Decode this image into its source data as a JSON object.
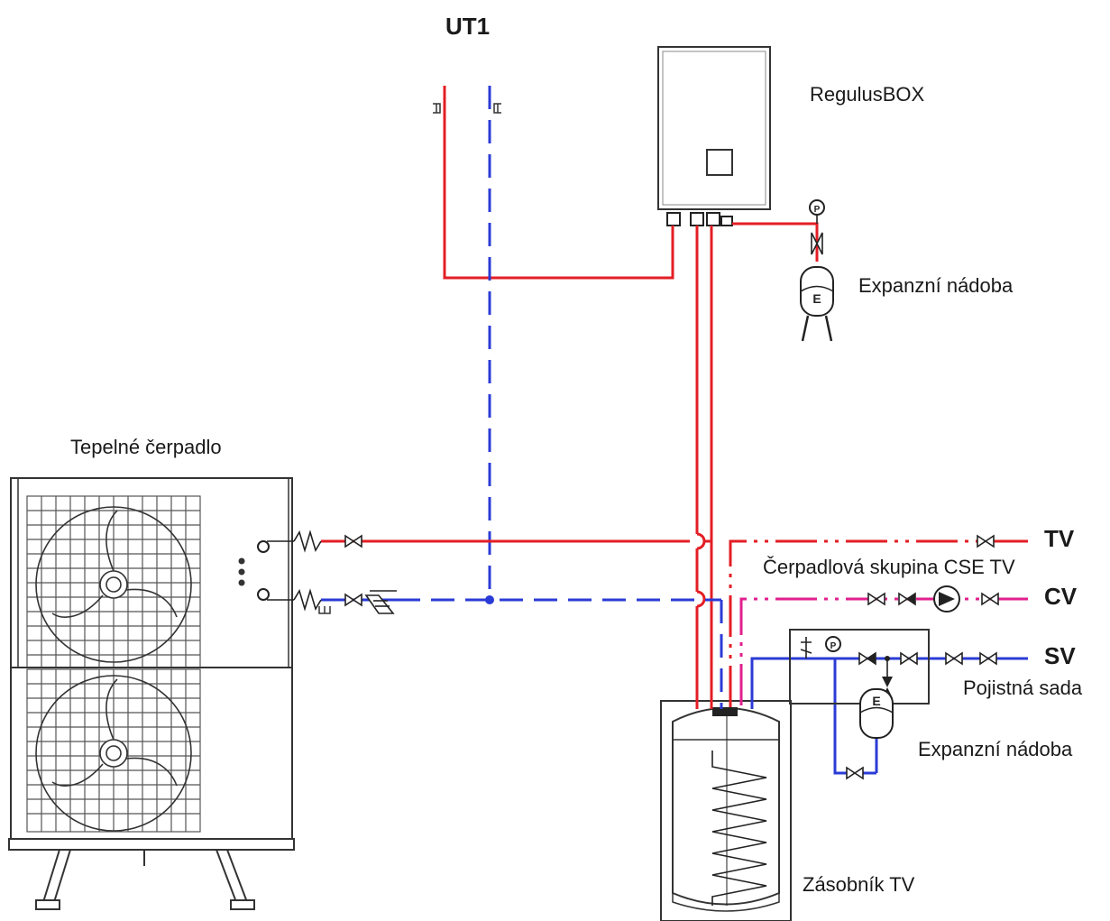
{
  "labels": {
    "ut1": "UT1",
    "regulusbox": "RegulusBOX",
    "expansion_vessel_top": "Expanzní nádoba",
    "heat_pump": "Tepelné čerpadlo",
    "tv": "TV",
    "pump_group": "Čerpadlová skupina CSE TV",
    "cv": "CV",
    "sv": "SV",
    "safety_set": "Pojistná sada",
    "expansion_vessel_bottom": "Expanzní nádoba",
    "tank": "Zásobník TV",
    "gauge_letter": "P",
    "vessel_letter": "E"
  },
  "colors": {
    "hot": "#e31e24",
    "cold": "#2b3bd6",
    "circulation": "#e0208f",
    "line": "#222222"
  }
}
